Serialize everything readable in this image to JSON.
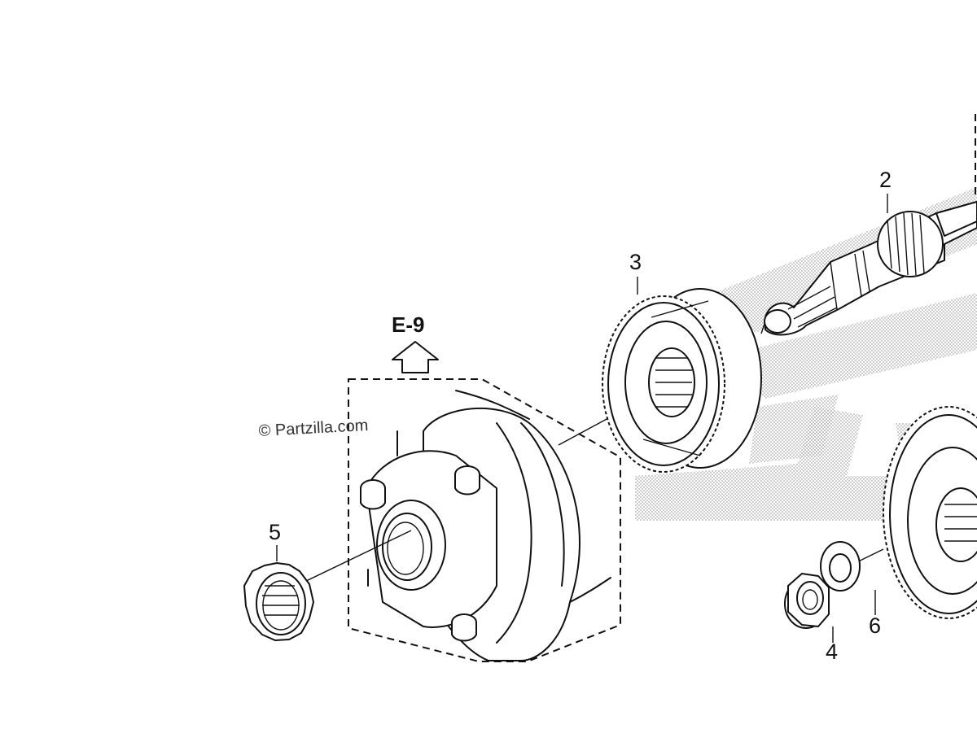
{
  "diagram": {
    "watermark": "© Partzilla.com",
    "reference": "E-9",
    "callouts": [
      {
        "id": "callout-2",
        "label": "2"
      },
      {
        "id": "callout-3",
        "label": "3"
      },
      {
        "id": "callout-4",
        "label": "4"
      },
      {
        "id": "callout-5",
        "label": "5"
      },
      {
        "id": "callout-6",
        "label": "6"
      }
    ],
    "colors": {
      "ink": "#111111",
      "background": "#ffffff",
      "watermark_dots": "#bdbdbd"
    }
  }
}
